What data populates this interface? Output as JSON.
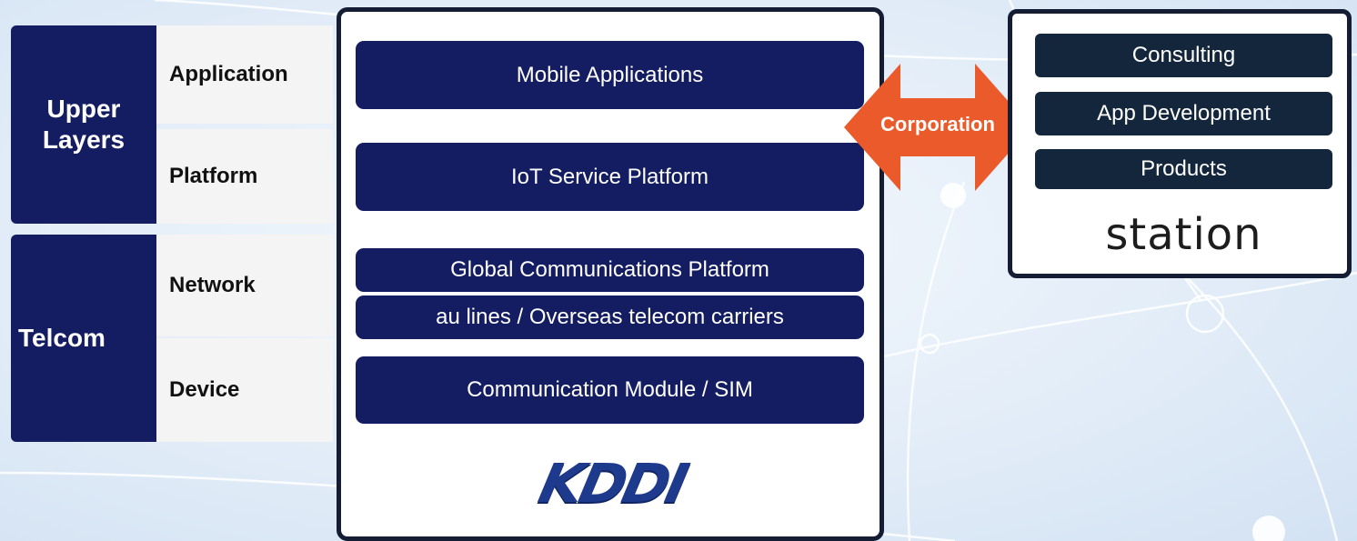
{
  "layers": {
    "groups": [
      {
        "name": "Upper Layers"
      },
      {
        "name": "Telcom"
      }
    ],
    "rows": [
      "Application",
      "Platform",
      "Network",
      "Device"
    ]
  },
  "kddi_panel": {
    "services": [
      "Mobile Applications",
      "IoT Service Platform",
      "Global Communications Platform",
      "au lines / Overseas telecom carriers",
      "Communication Module / SIM"
    ],
    "logo_text": "KDDI"
  },
  "link": {
    "label": "Corporation"
  },
  "station_panel": {
    "items": [
      "Consulting",
      "App Development",
      "Products"
    ],
    "logo_text": "station"
  },
  "colors": {
    "navy": "#141d62",
    "dark_slate": "#14263c",
    "arrow_orange": "#ea5a2a",
    "row_bg": "#f4f4f5"
  }
}
